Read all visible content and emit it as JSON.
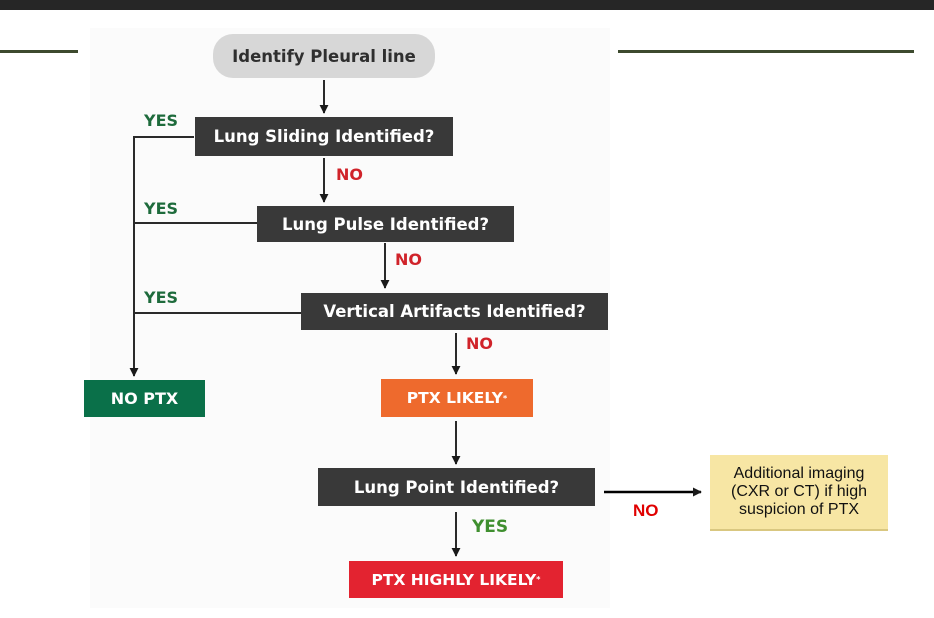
{
  "nodes": {
    "start": "Identify Pleural line",
    "q_sliding": "Lung Sliding Identified?",
    "q_pulse": "Lung Pulse Identified?",
    "q_vertical": "Vertical Artifacts Identified?",
    "no_ptx": "NO PTX",
    "ptx_likely": "PTX LIKELY",
    "q_point": "Lung Point Identified?",
    "ptx_highly_likely": "PTX HIGHLY LIKELY",
    "additional_imaging": [
      "Additional imaging",
      "(CXR or CT) if high",
      "suspicion of PTX"
    ]
  },
  "marks": {
    "asterisk": "*"
  },
  "labels": {
    "yes_sliding": "YES",
    "yes_pulse": "YES",
    "yes_vertical": "YES",
    "no_sliding": "NO",
    "no_pulse": "NO",
    "no_vertical": "NO",
    "yes_point": "YES",
    "no_point": "NO"
  },
  "colors": {
    "dark_box": "#393939",
    "start_pill": "#d7d7d7",
    "no_ptx_green": "#0a7049",
    "likely_orange": "#ee6a2d",
    "highly_likely_red": "#e32330",
    "note_yellow": "#f7e6a4",
    "yes_label": "#1e6b3c",
    "no_label": "#d0232a"
  }
}
